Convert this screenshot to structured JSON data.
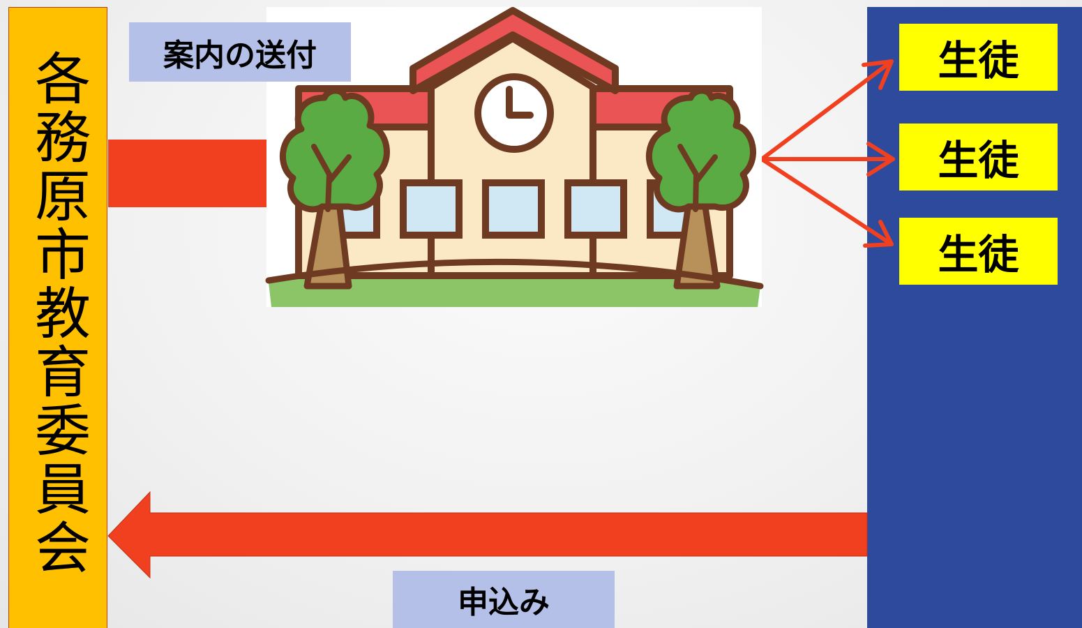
{
  "board": {
    "name": "各務原市教育委員会"
  },
  "labels": {
    "send": "案内の送付",
    "apply": "申込み"
  },
  "students": [
    "生徒",
    "生徒",
    "生徒"
  ],
  "colors": {
    "board": "#ffc000",
    "arrow": "#f04020",
    "label_bg": "#b4c0e8",
    "school_panel": "#2e4a9c",
    "student_bg": "#ffff00"
  },
  "icons": {
    "school": "school-building-icon",
    "tree": "tree-icon",
    "clock": "clock-icon"
  }
}
